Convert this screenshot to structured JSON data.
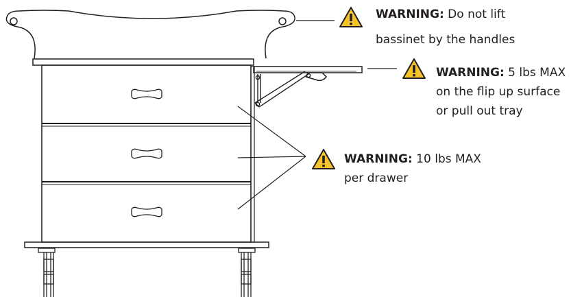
{
  "warnings": [
    {
      "label": "WARNING:",
      "line1": " Do not lift",
      "line2": "bassinet by the handles"
    },
    {
      "label": "WARNING:",
      "line1": " 5 lbs MAX",
      "line2": "on the flip up surface",
      "line3": "or pull out tray"
    },
    {
      "label": "WARNING:",
      "line1": " 10 lbs MAX",
      "line2": "per drawer"
    }
  ],
  "icons": {
    "warning": "warning-triangle-icon"
  },
  "colors": {
    "warning_fill": "#f4c22b",
    "line": "#231f20"
  }
}
